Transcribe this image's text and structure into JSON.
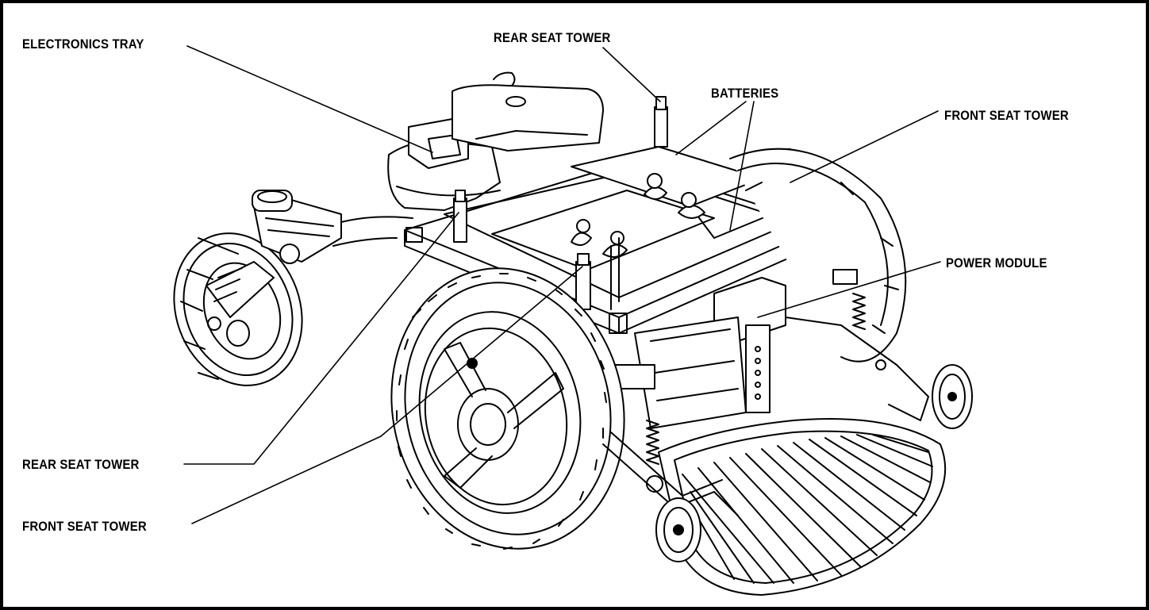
{
  "labels": {
    "electronics_tray": "ELECTRONICS TRAY",
    "rear_seat_tower_top": "REAR SEAT TOWER",
    "batteries": "BATTERIES",
    "front_seat_tower_right": "FRONT SEAT TOWER",
    "power_module": "POWER MODULE",
    "rear_seat_tower_left": "REAR SEAT TOWER",
    "front_seat_tower_left": "FRONT SEAT TOWER"
  },
  "colors": {
    "line": "#000000",
    "background": "#ffffff"
  }
}
